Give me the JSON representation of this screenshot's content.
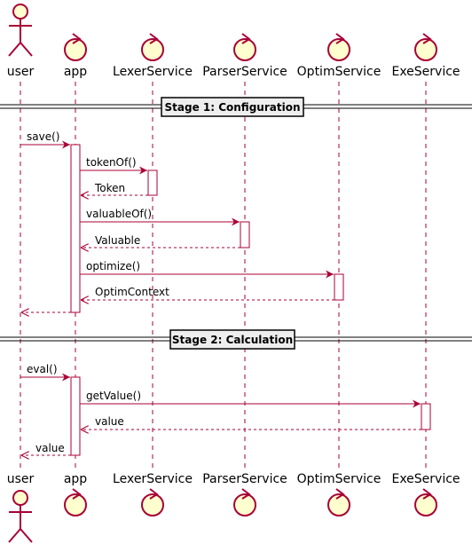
{
  "colors": {
    "lifeline": "#A80036",
    "participant_fill": "#FEFECE",
    "participant_stroke": "#A80036",
    "arrow": "#A80036",
    "activation_fill": "#FFFFFF",
    "divider_fill": "#EEEEEE"
  },
  "participants": [
    {
      "id": "user",
      "label": "user",
      "kind": "actor",
      "icon": "actor-icon"
    },
    {
      "id": "app",
      "label": "app",
      "kind": "control",
      "icon": "control-icon"
    },
    {
      "id": "lexer",
      "label": "LexerService",
      "kind": "control",
      "icon": "control-icon"
    },
    {
      "id": "parser",
      "label": "ParserService",
      "kind": "control",
      "icon": "control-icon"
    },
    {
      "id": "optim",
      "label": "OptimService",
      "kind": "control",
      "icon": "control-icon"
    },
    {
      "id": "exe",
      "label": "ExeService",
      "kind": "control",
      "icon": "control-icon"
    }
  ],
  "dividers": [
    {
      "label": "Stage 1: Configuration"
    },
    {
      "label": "Stage 2: Calculation"
    }
  ],
  "messages": [
    {
      "from": "user",
      "to": "app",
      "label": "save()",
      "style": "sync"
    },
    {
      "from": "app",
      "to": "lexer",
      "label": "tokenOf()",
      "style": "sync"
    },
    {
      "from": "lexer",
      "to": "app",
      "label": "Token",
      "style": "return"
    },
    {
      "from": "app",
      "to": "parser",
      "label": "valuableOf()",
      "style": "sync"
    },
    {
      "from": "parser",
      "to": "app",
      "label": "Valuable",
      "style": "return"
    },
    {
      "from": "app",
      "to": "optim",
      "label": "optimize()",
      "style": "sync"
    },
    {
      "from": "optim",
      "to": "app",
      "label": "OptimContext",
      "style": "return"
    },
    {
      "from": "app",
      "to": "user",
      "label": "",
      "style": "return"
    },
    {
      "from": "user",
      "to": "app",
      "label": "eval()",
      "style": "sync"
    },
    {
      "from": "app",
      "to": "exe",
      "label": "getValue()",
      "style": "sync"
    },
    {
      "from": "exe",
      "to": "app",
      "label": "value",
      "style": "return"
    },
    {
      "from": "app",
      "to": "user",
      "label": "value",
      "style": "return"
    }
  ]
}
